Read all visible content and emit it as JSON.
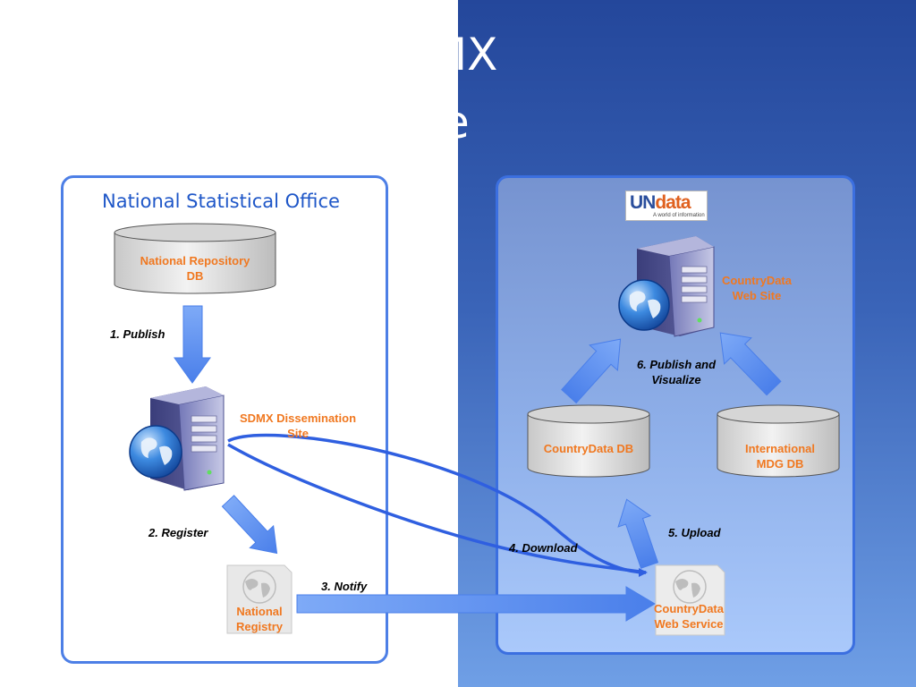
{
  "slide": {
    "title_line1": "ata SDMX",
    "title_line2": "xchange"
  },
  "national_office": {
    "title": "National Statistical Office",
    "repository_db": "National Repository DB",
    "dissemination_site": "SDMX Dissemination Site",
    "registry": "National Registry"
  },
  "undata": {
    "logo_un": "UN",
    "logo_data": "data",
    "logo_tagline": "A world of information",
    "web_site": "CountryData Web Site",
    "countrydata_db": "CountryData DB",
    "mdg_db": "International MDG DB",
    "web_service": "CountryData Web Service"
  },
  "steps": {
    "publish": "1. Publish",
    "register": "2. Register",
    "notify": "3. Notify",
    "download": "4. Download",
    "upload": "5. Upload",
    "publish_visualize": "6. Publish and Visualize"
  },
  "colors": {
    "panel_border": "#4d7fe6",
    "arrow_fill": "#5b8ff0",
    "connector": "#2f5fe0",
    "label_orange": "#f07820",
    "title_white": "#ffffff",
    "background_gradient_top": "#24479b",
    "background_gradient_bottom": "#6f9fe6"
  },
  "icons": {
    "server": "server-with-globe-icon",
    "service": "globe-document-icon",
    "database": "database-cylinder-icon"
  }
}
